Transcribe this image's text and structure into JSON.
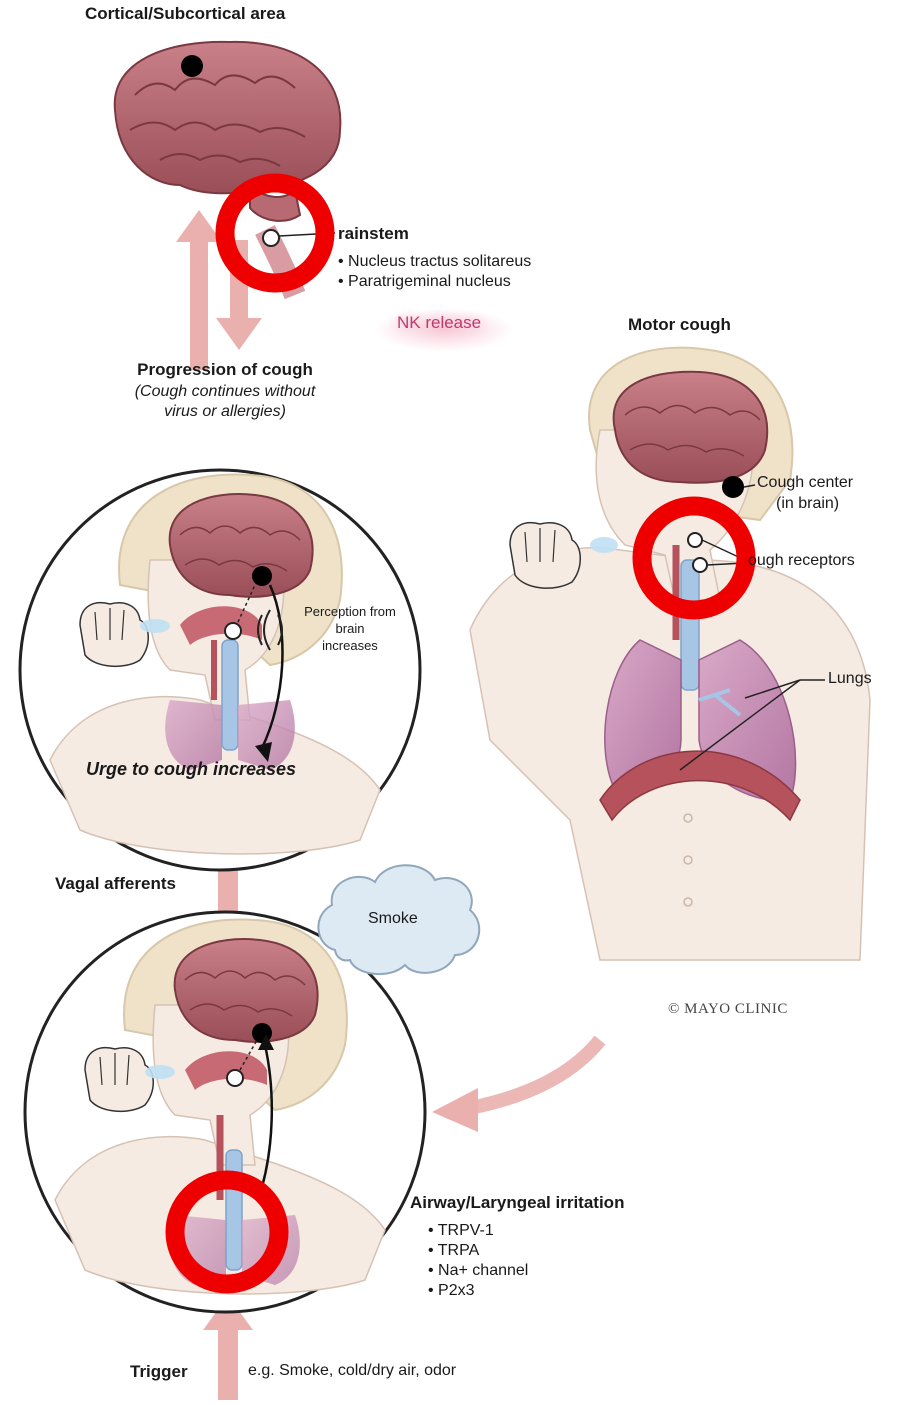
{
  "labels": {
    "cortical_title": "Cortical/Subcortical area",
    "brainstem_title": "rainstem",
    "brainstem_items": [
      "Nucleus tractus solitareus",
      "Paratrigeminal nucleus"
    ],
    "nk_release": "NK release",
    "motor_cough": "Motor cough",
    "progression_title": "Progression of cough",
    "progression_sub_1": "(Cough continues without",
    "progression_sub_2": "virus or allergies)",
    "perception_1": "Perception from",
    "perception_2": "brain",
    "perception_3": "increases",
    "urge": "Urge to cough increases",
    "cough_center_1": "Cough center",
    "cough_center_2": "(in brain)",
    "cough_receptors": "ough receptors",
    "lungs": "Lungs",
    "vagal": "Vagal afferents",
    "smoke": "Smoke",
    "copyright": "© MAYO CLINIC",
    "airway_title": "Airway/Laryngeal irritation",
    "airway_items": [
      "TRPV-1",
      "TRPA",
      "Na+ channel",
      "P2x3"
    ],
    "trigger": "Trigger",
    "trigger_examples": "e.g. Smoke, cold/dry air, odor"
  },
  "colors": {
    "highlight_ring": "#ee0000",
    "arrow": "#eab0ae",
    "brain": "#b86a72",
    "skin": "#f6ebe2",
    "hair": "#efe2c8",
    "lung": "#c98fb5",
    "trachea": "#a7c6e6",
    "nk_text": "#c03a6a"
  }
}
